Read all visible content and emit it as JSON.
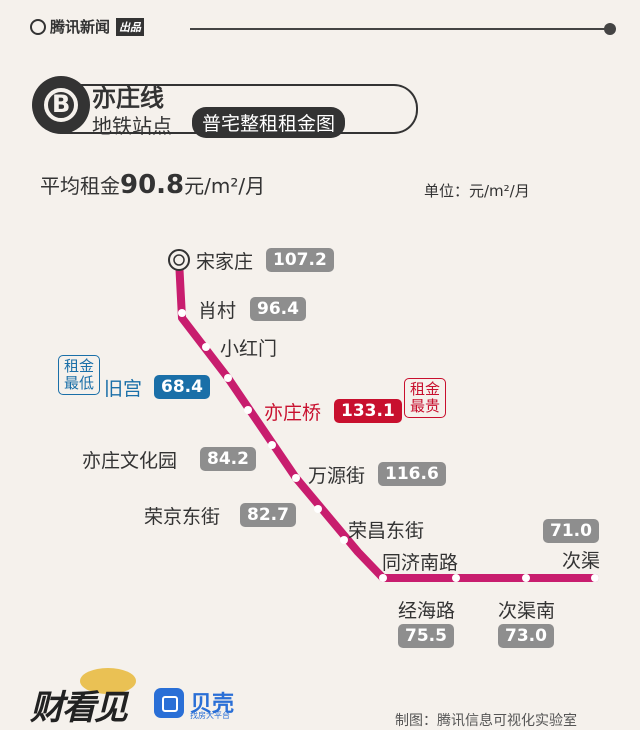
{
  "header": {
    "brand": "腾讯新闻",
    "brand_tag": "出品"
  },
  "title": {
    "line_name": "亦庄线",
    "subtitle": "地铁站点",
    "subtitle_tag": "普宅整租租金图",
    "logo_letter": "B"
  },
  "summary": {
    "avg_prefix": "平均租金",
    "avg_value": "90.8",
    "avg_unit": "元/m²/月",
    "unit_note": "单位：元/m²/月"
  },
  "stations": [
    {
      "name": "宋家庄",
      "price": "107.2"
    },
    {
      "name": "肖村",
      "price": "96.4"
    },
    {
      "name": "小红门",
      "price": ""
    },
    {
      "name": "旧宫",
      "price": "68.4",
      "highlight": "lowest"
    },
    {
      "name": "亦庄桥",
      "price": "133.1",
      "highlight": "highest"
    },
    {
      "name": "亦庄文化园",
      "price": "84.2"
    },
    {
      "name": "万源街",
      "price": "116.6"
    },
    {
      "name": "荣京东街",
      "price": "82.7"
    },
    {
      "name": "荣昌东街",
      "price": ""
    },
    {
      "name": "同济南路",
      "price": ""
    },
    {
      "name": "经海路",
      "price": "75.5"
    },
    {
      "name": "次渠南",
      "price": "73.0"
    },
    {
      "name": "次渠",
      "price": "71.0"
    }
  ],
  "tags": {
    "lowest": "租金最低",
    "highest": "租金最贵"
  },
  "colors": {
    "line": "#c81d6e",
    "highest": "#c8102e",
    "lowest": "#1a6fa8",
    "price_badge": "#8e8e8e"
  },
  "footer": {
    "logo1": "财看见",
    "logo2": "贝壳",
    "logo2_sub": "找房大平台",
    "credit": "制图：腾讯信息可视化实验室"
  }
}
